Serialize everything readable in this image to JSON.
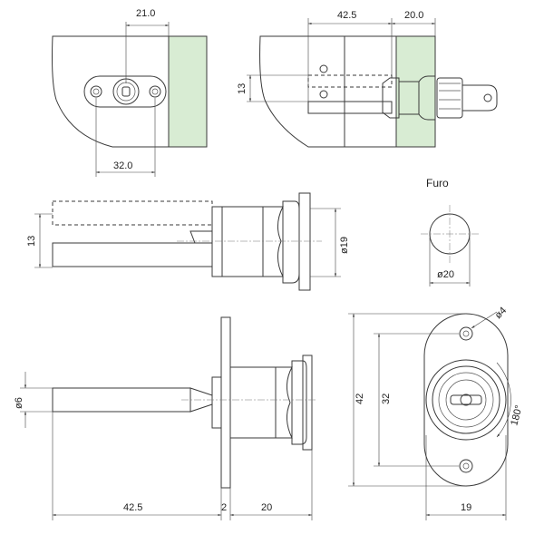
{
  "colors": {
    "glass": "#d8ecd3",
    "line": "#3a3a3a"
  },
  "views": {
    "front_mounted": {
      "dim_top": "21.0",
      "dim_bottom": "32.0"
    },
    "side_mounted": {
      "dim_top_left": "42.5",
      "dim_top_right": "20.0",
      "dim_left": "13"
    },
    "side_detail": {
      "dim_left": "13",
      "dim_right": "ø19"
    },
    "hole": {
      "label": "Furo",
      "dim": "ø20"
    },
    "side_full": {
      "dim_left": "ø6",
      "dim_bottom_1": "42.5",
      "dim_bottom_2": "2",
      "dim_bottom_3": "20"
    },
    "front_full": {
      "dim_hole": "ø4",
      "dim_left_outer": "42",
      "dim_left_inner": "32",
      "dim_bottom": "19",
      "dim_rotation": "180°"
    }
  }
}
